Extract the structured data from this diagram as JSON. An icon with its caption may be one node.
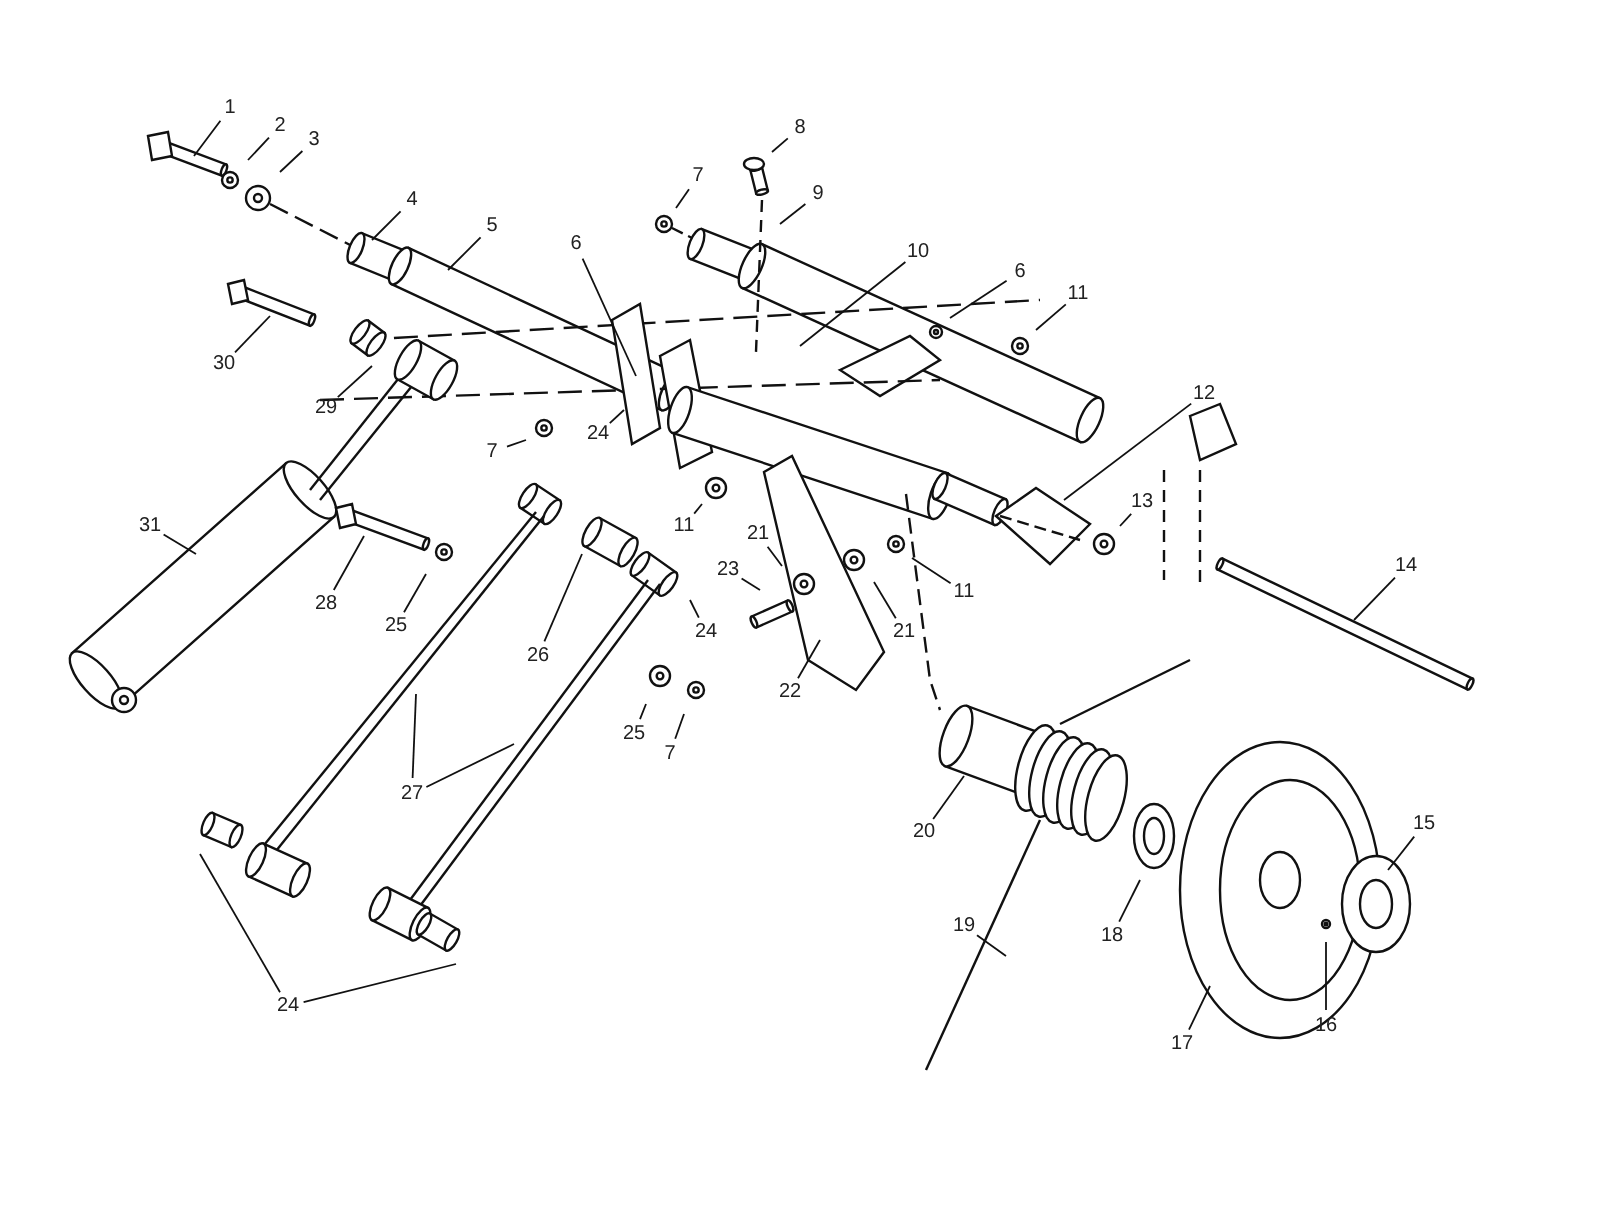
{
  "diagram": {
    "nodes": [
      {
        "text": [
          "1"
        ]
      },
      {
        "text": [
          "2"
        ]
      },
      {
        "text": [
          "3"
        ]
      },
      {
        "text": [
          "8"
        ]
      },
      {
        "text": [
          "7"
        ]
      },
      {
        "text": [
          "9"
        ]
      },
      {
        "text": [
          "4"
        ]
      },
      {
        "text": [
          "5"
        ]
      },
      {
        "text": [
          "6"
        ]
      },
      {
        "text": [
          "10"
        ]
      },
      {
        "text": [
          "6"
        ]
      },
      {
        "text": [
          "11"
        ]
      },
      {
        "text": [
          "30"
        ]
      },
      {
        "text": [
          "12"
        ]
      },
      {
        "text": [
          "29"
        ]
      },
      {
        "text": [
          "24"
        ]
      },
      {
        "text": [
          "7"
        ]
      },
      {
        "text": [
          "13"
        ]
      },
      {
        "text": [
          "11"
        ]
      },
      {
        "text": [
          "31"
        ]
      },
      {
        "text": [
          "21"
        ]
      },
      {
        "text": [
          "14"
        ]
      },
      {
        "text": [
          "23"
        ]
      },
      {
        "text": [
          "11"
        ]
      },
      {
        "text": [
          "28"
        ]
      },
      {
        "text": [
          "25"
        ]
      },
      {
        "text": [
          "24"
        ]
      },
      {
        "text": [
          "21"
        ]
      },
      {
        "text": [
          "26"
        ]
      },
      {
        "text": [
          "22"
        ]
      },
      {
        "text": [
          "25"
        ]
      },
      {
        "text": [
          "7"
        ]
      },
      {
        "text": [
          "27"
        ]
      },
      {
        "text": [
          "20"
        ]
      },
      {
        "text": [
          "15"
        ]
      },
      {
        "text": [
          "19"
        ]
      },
      {
        "text": [
          "18"
        ]
      },
      {
        "text": [
          "24"
        ]
      },
      {
        "text": [
          "16"
        ]
      },
      {
        "text": [
          "17"
        ]
      }
    ],
    "edges": [
      {
        "from": 0,
        "to": null,
        "arrow": "none"
      },
      {
        "from": 1,
        "to": null,
        "arrow": "none"
      },
      {
        "from": 2,
        "to": null,
        "arrow": "none"
      },
      {
        "from": 3,
        "to": null,
        "arrow": "none"
      },
      {
        "from": 4,
        "to": null,
        "arrow": "none"
      },
      {
        "from": 5,
        "to": null,
        "arrow": "none"
      },
      {
        "from": 6,
        "to": null,
        "arrow": "none"
      },
      {
        "from": 7,
        "to": null,
        "arrow": "none"
      },
      {
        "from": 8,
        "to": null,
        "arrow": "none"
      },
      {
        "from": 9,
        "to": null,
        "arrow": "none"
      },
      {
        "from": 10,
        "to": null,
        "arrow": "none"
      },
      {
        "from": 11,
        "to": null,
        "arrow": "none"
      },
      {
        "from": 12,
        "to": null,
        "arrow": "none"
      },
      {
        "from": 13,
        "to": null,
        "arrow": "none"
      },
      {
        "from": 14,
        "to": null,
        "arrow": "none"
      },
      {
        "from": 15,
        "to": null,
        "arrow": "none"
      },
      {
        "from": 16,
        "to": null,
        "arrow": "none"
      },
      {
        "from": 17,
        "to": null,
        "arrow": "none"
      },
      {
        "from": 18,
        "to": null,
        "arrow": "none"
      },
      {
        "from": 19,
        "to": null,
        "arrow": "none"
      },
      {
        "from": 20,
        "to": null,
        "arrow": "none"
      },
      {
        "from": 21,
        "to": null,
        "arrow": "none"
      },
      {
        "from": 22,
        "to": null,
        "arrow": "none"
      },
      {
        "from": 23,
        "to": null,
        "arrow": "none"
      },
      {
        "from": 24,
        "to": null,
        "arrow": "none"
      },
      {
        "from": 25,
        "to": null,
        "arrow": "none"
      },
      {
        "from": 26,
        "to": null,
        "arrow": "none"
      },
      {
        "from": 27,
        "to": null,
        "arrow": "none"
      },
      {
        "from": 28,
        "to": null,
        "arrow": "none"
      },
      {
        "from": 29,
        "to": null,
        "arrow": "none"
      },
      {
        "from": 30,
        "to": null,
        "arrow": "none"
      },
      {
        "from": 31,
        "to": null,
        "arrow": "none"
      },
      {
        "from": 32,
        "to": null,
        "arrow": "none"
      },
      {
        "from": 32,
        "to": null,
        "arrow": "none"
      },
      {
        "from": 33,
        "to": null,
        "arrow": "none"
      },
      {
        "from": 34,
        "to": null,
        "arrow": "none"
      },
      {
        "from": 35,
        "to": null,
        "arrow": "none"
      },
      {
        "from": 36,
        "to": null,
        "arrow": "none"
      },
      {
        "from": 37,
        "to": null,
        "arrow": "none"
      },
      {
        "from": 37,
        "to": null,
        "arrow": "none"
      },
      {
        "from": 38,
        "to": null,
        "arrow": "none"
      },
      {
        "from": 39,
        "to": null,
        "arrow": "none"
      }
    ]
  }
}
